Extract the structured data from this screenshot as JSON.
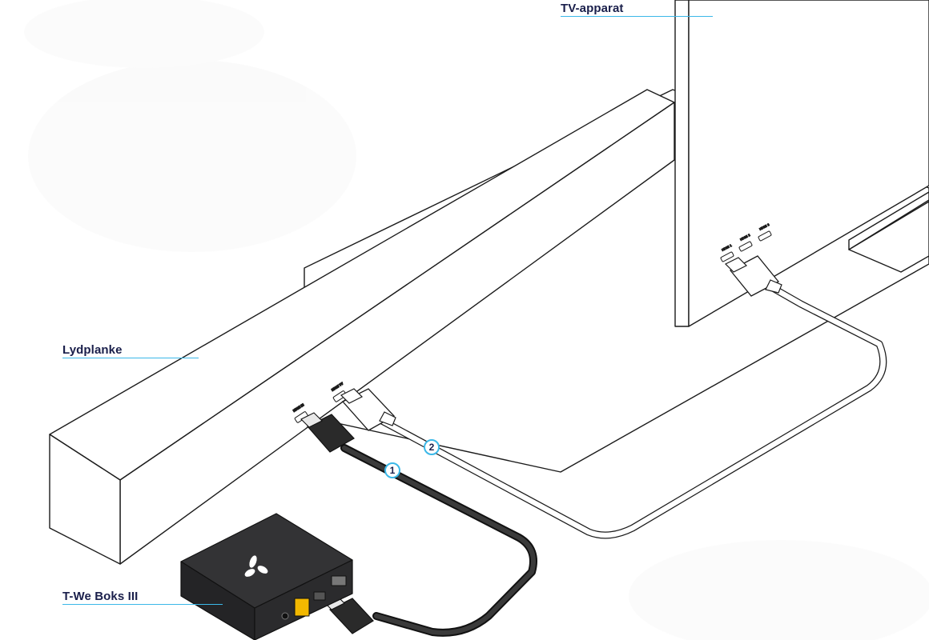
{
  "labels": {
    "tv": "TV-apparat",
    "soundbar": "Lydplanke",
    "box": "T-We Boks III"
  },
  "cables": {
    "cable_1": "1",
    "cable_2": "2"
  },
  "ports": {
    "soundbar_in": "HDMI IN",
    "soundbar_out": "HDMI TV",
    "tv_1": "HDMI 1",
    "tv_2": "HDMI 2",
    "tv_3": "HDMI 3"
  },
  "colors": {
    "label_text": "#1a1f4b",
    "leader_line": "#3bb8e8",
    "cable_1": "#2a2a2a",
    "cable_2": "#ffffff",
    "box_body": "#2b2b2d"
  },
  "icons": {
    "box_logo": "telenor-propeller-logo"
  }
}
